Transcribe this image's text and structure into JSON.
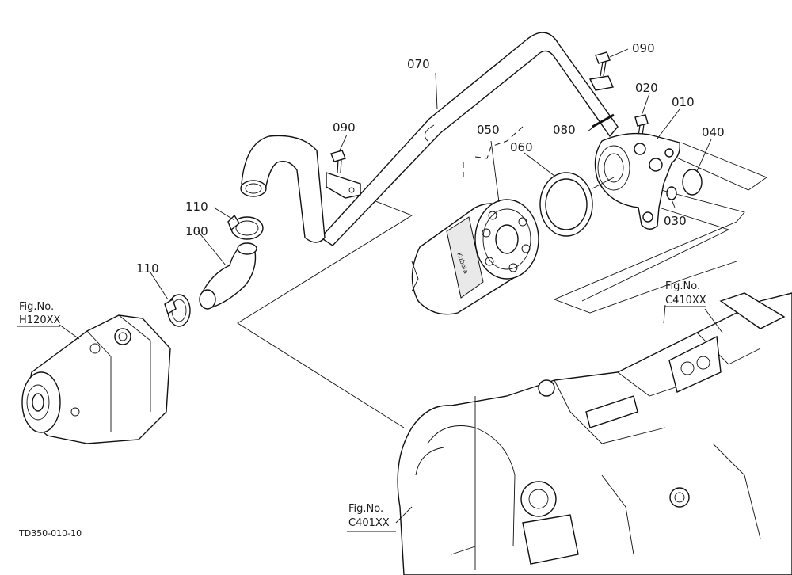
{
  "labels": {
    "p070": "070",
    "p090a": "090",
    "p090b": "090",
    "p020": "020",
    "p010": "010",
    "p050": "050",
    "p060": "060",
    "p080": "080",
    "p040": "040",
    "p030": "030",
    "p110a": "110",
    "p110b": "110",
    "p100": "100"
  },
  "figrefs": {
    "h120_prefix": "Fig.No.",
    "h120_code": "H120XX",
    "c410_prefix": "Fig.No.",
    "c410_code": "C410XX",
    "c401_prefix": "Fig.No.",
    "c401_code": "C401XX"
  },
  "filter_brand": "Kubota",
  "drawing_code": "TD350-010-10"
}
